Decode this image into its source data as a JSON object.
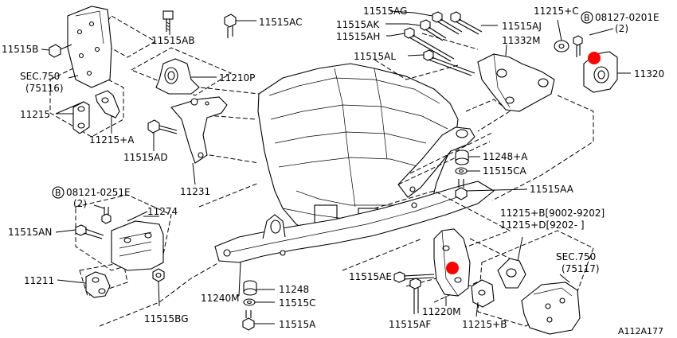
{
  "diagram": {
    "part_labels": {
      "p11515B": "11515B",
      "p11515AB": "11515AB",
      "p11515AC": "11515AC",
      "pSEC750a": "SEC.750",
      "pSEC750a_ref": "(75116)",
      "p11210P": "11210P",
      "p11215": "11215",
      "p11215A": "11215+A",
      "p11515AD": "11515AD",
      "p11231": "11231",
      "p11515AG": "11515AG",
      "p11515AK": "11515AK",
      "p11515AH": "11515AH",
      "p11515AJ": "11515AJ",
      "p11515AL": "11515AL",
      "p11332M": "11332M",
      "p11215C": "11215+C",
      "pBolt1": "08127-0201E",
      "pBolt1_qty": "(2)",
      "p11320": "11320",
      "p11248A": "11248+A",
      "p11515CA": "11515CA",
      "p11515AA": "11515AA",
      "pBolt2": "08121-0251E",
      "pBolt2_qty": "(2)",
      "p11274": "11274",
      "p11515AN": "11515AN",
      "p11211": "11211",
      "p11515BG": "11515BG",
      "p11240M": "11240M",
      "p11248": "11248",
      "p11515C": "11515C",
      "p11515A": "11515A",
      "p11215B_range": "11215+B[9002-9202]",
      "p11215D_range": "11215+D[9202-    ]",
      "pSEC750b": "SEC.750",
      "pSEC750b_ref": "(75117)",
      "p11515AE": "11515AE",
      "p11220M": "11220M",
      "p11515AF": "11515AF",
      "p11215B": "11215+B",
      "circle_b": "B",
      "drawing_id": "A112A177"
    },
    "highlight_color": "#ff0000",
    "line_color": "#000000",
    "background": "#ffffff"
  }
}
